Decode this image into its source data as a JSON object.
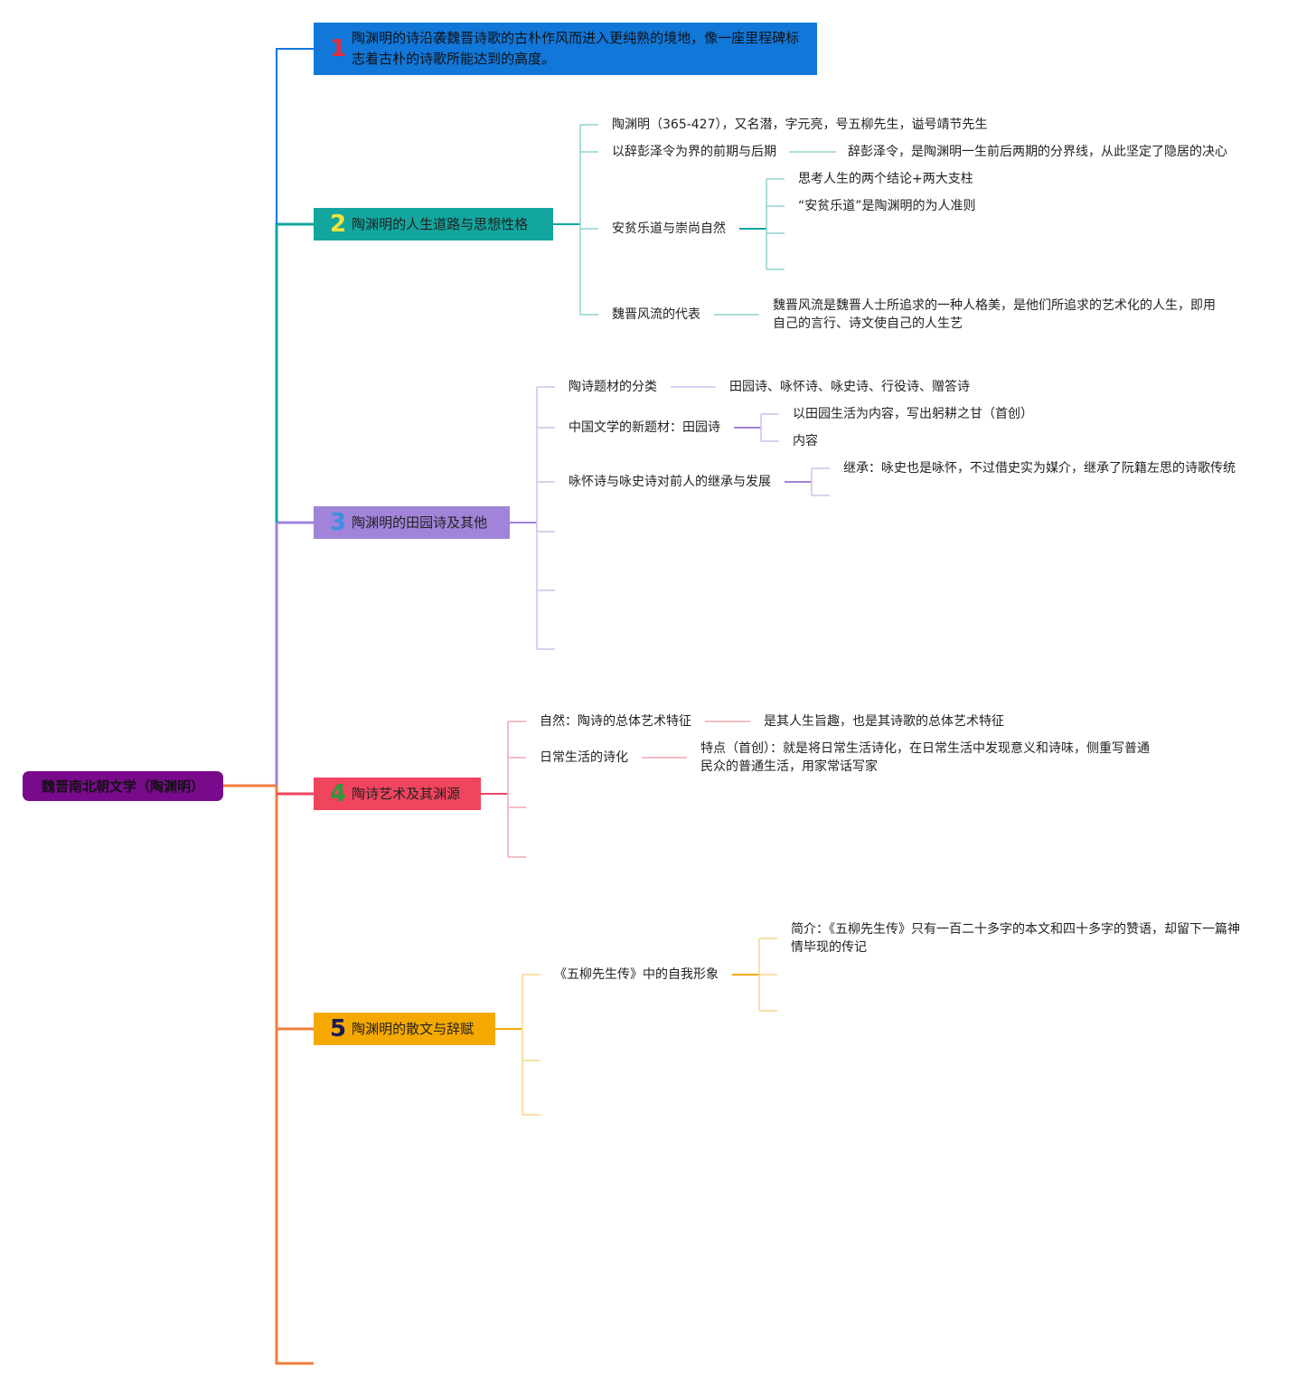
{
  "root": {
    "label": "魏晋南北朝文学（陶渊明）"
  },
  "topics": [
    {
      "num": "1",
      "label": "陶渊明的诗沿袭魏晋诗歌的古朴作风而进入更纯熟的境地，像一座里程碑标志着古朴的诗歌所能达到的高度。"
    },
    {
      "num": "2",
      "label": "陶渊明的人生道路与思想性格"
    },
    {
      "num": "3",
      "label": "陶渊明的田园诗及其他"
    },
    {
      "num": "4",
      "label": "陶诗艺术及其渊源"
    },
    {
      "num": "5",
      "label": "陶渊明的散文与辞赋"
    }
  ],
  "branch2": {
    "bio": "陶渊明（365-427），又名潜，字元亮，号五柳先生，谥号靖节先生",
    "period": "以辞彭泽令为界的前期与后期",
    "period_detail": "辞彭泽令，是陶渊明一生前后两期的分界线，从此坚定了隐居的决心",
    "anpin": "安贫乐道与崇尚自然",
    "anpin_children": [
      "思考人生的两个结论+两大支柱",
      "“安贫乐道”是陶渊明的为人准则"
    ],
    "fengliu": "魏晋风流的代表",
    "fengliu_detail": "魏晋风流是魏晋人士所追求的一种人格美，是他们所追求的艺术化的人生，即用自己的言行、诗文使自己的人生艺"
  },
  "branch3": {
    "ticai": "陶诗题材的分类",
    "ticai_detail": "田园诗、咏怀诗、咏史诗、行役诗、赠答诗",
    "tianyuan": "中国文学的新题材：田园诗",
    "tianyuan_children": [
      "以田园生活为内容，写出躬耕之甘（首创）",
      "内容"
    ],
    "yonghuai": "咏怀诗与咏史诗对前人的继承与发展",
    "yonghuai_child": "继承：咏史也是咏怀，不过借史实为媒介，继承了阮籍左思的诗歌传统"
  },
  "branch4": {
    "ziran": "自然：陶诗的总体艺术特征",
    "ziran_detail": "是其人生旨趣，也是其诗歌的总体艺术特征",
    "richang": "日常生活的诗化",
    "richang_detail": "特点（首创）：就是将日常生活诗化，在日常生活中发现意义和诗味，侧重写普通民众的普通生活，用家常话写家"
  },
  "branch5": {
    "wuliu": "《五柳先生传》中的自我形象",
    "wuliu_detail": "简介：《五柳先生传》只有一百二十多字的本文和四十多字的赞语，却留下一篇神情毕现的传记"
  },
  "colors": {
    "root": "#7a0a8c",
    "t1": "#1177d9",
    "t2": "#12a69e",
    "t3": "#a183d9",
    "t4": "#f0445f",
    "t5": "#f5a900",
    "trunk_orange": "#f07f3c"
  }
}
